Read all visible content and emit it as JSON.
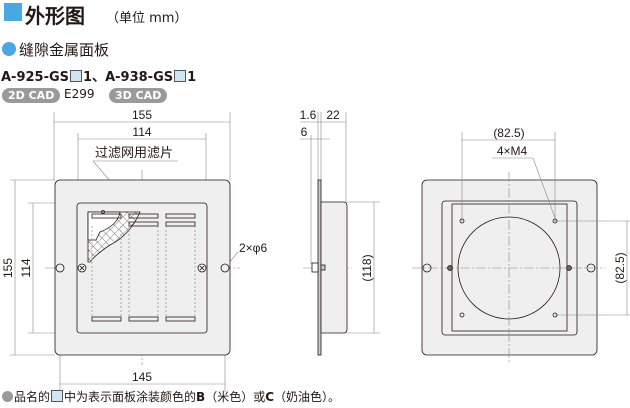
{
  "header": {
    "title": "外形图",
    "unit": "（单位 mm）"
  },
  "product": {
    "name": "缝隙金属面板",
    "model_a": "A-925-GS",
    "model_a_suffix": "1",
    "separator": "、",
    "model_b": "A-938-GS",
    "model_b_suffix": "1",
    "cad2d": "2D CAD",
    "cad_code": "E299",
    "cad3d": "3D CAD"
  },
  "front_view": {
    "dim_width_outer": "155",
    "dim_width_inner": "114",
    "filter_label": "过滤网用滤片",
    "dim_height_outer": "155",
    "dim_height_inner": "114",
    "hole_label": "2×φ6",
    "dim_hole_pitch": "145"
  },
  "side_view": {
    "dim_plate": "1.6",
    "dim_depth": "22",
    "dim_boss": "6",
    "dim_height": "(118)"
  },
  "back_view": {
    "dim_horizontal": "(82.5)",
    "screw_label": "4×M4",
    "dim_vertical": "(82.5)"
  },
  "footnote": {
    "part1": "品名的",
    "part2": "中为表示面板涂装颜色的",
    "b": "B",
    "b_desc": "（米色）或",
    "c": "C",
    "c_desc": "（奶油色）。"
  },
  "colors": {
    "accent": "#4aa8e0",
    "plate": "#efefef",
    "line": "#231815",
    "dim": "#888888"
  }
}
